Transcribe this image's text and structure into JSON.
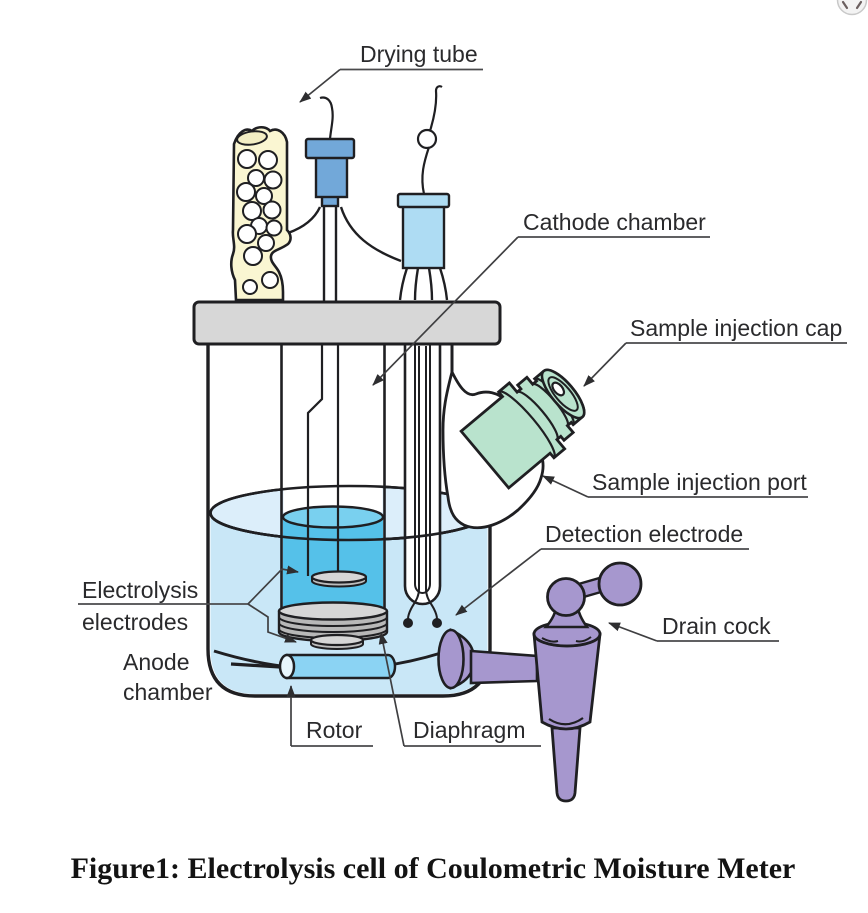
{
  "figure": {
    "caption": "Figure1: Electrolysis cell of Coulometric Moisture Meter",
    "labels": {
      "drying_tube": "Drying tube",
      "cathode_chamber": "Cathode chamber",
      "sample_injection_cap": "Sample injection cap",
      "sample_injection_port": "Sample injection port",
      "detection_electrode": "Detection electrode",
      "drain_cock": "Drain cock",
      "electrolysis_electrodes": [
        "Electrolysis",
        "electrodes"
      ],
      "anode_chamber": [
        "Anode",
        "chamber"
      ],
      "rotor": "Rotor",
      "diaphragm": "Diaphragm"
    },
    "colors": {
      "outline": "#1f1f22",
      "lid_gray": "#d7d7d7",
      "drying_tube_yellow": "#faf6d2",
      "drying_tube_rim": "#f3eec4",
      "stopper_blue_dark": "#72a8d9",
      "stopper_blue_light": "#aedcf3",
      "liquid_outer": "#c9e7f7",
      "liquid_outer_surface": "#dceefa",
      "liquid_inner": "#55c1e9",
      "liquid_inner_surface": "#79d0ef",
      "rotor_blue": "#8bd3f3",
      "rotor_end": "#e8f6fd",
      "electrode_gray": "#d6d6d6",
      "electrode_gray_side": "#b8b8b8",
      "cap_green": "#b9e3cd",
      "drain_purple": "#a697ce",
      "glass_white": "#ffffff"
    }
  }
}
